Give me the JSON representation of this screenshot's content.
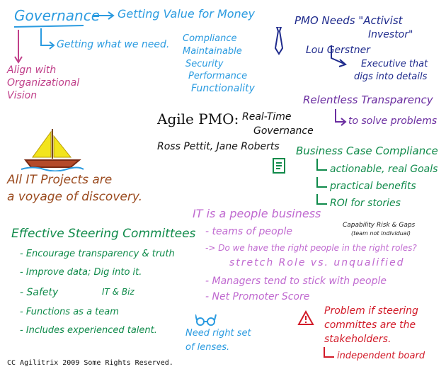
{
  "governance": {
    "title": "Governance",
    "value_for_money": "Getting Value for Money",
    "getting_what_we_need": "Getting what we need.",
    "align_lines": [
      "Align with",
      "Organizational",
      "Vision"
    ],
    "qualities": [
      "Compliance",
      "Maintainable",
      "Security",
      "Performance",
      "Functionality"
    ]
  },
  "pmo_needs": {
    "line1": "PMO Needs \"Activist",
    "line2": "Investor\"",
    "lou": "Lou Gerstner",
    "exec_lines": [
      "Executive that",
      "digs into details"
    ]
  },
  "transparency": {
    "title": "Relentless Transparency",
    "sub": "to solve problems"
  },
  "center": {
    "title": "Agile PMO:",
    "subtitle_lines": [
      "Real-Time",
      "Governance"
    ],
    "authors": "Ross Pettit, Jane Roberts"
  },
  "business_case": {
    "title": "Business Case Compliance",
    "items": [
      "actionable, real Goals",
      "practical benefits",
      "ROI for stories"
    ]
  },
  "voyage": {
    "lines": [
      "All IT Projects are",
      "a voyage of discovery."
    ]
  },
  "people": {
    "title": "IT is a people business",
    "items": [
      "teams of people",
      "Do we have the right people in the right roles?",
      "Managers tend to stick with people",
      "Net Promoter Score"
    ],
    "stretch": "stretch Role vs. unqualified",
    "capability_lines": [
      "Capability Risk & Gaps",
      "(team not individual)"
    ]
  },
  "steering": {
    "title": "Effective Steering Committees",
    "items": [
      "Encourage transparency & truth",
      "Improve data; Dig into it.",
      "Safety",
      "Functions as a team",
      "Includes experienced talent."
    ],
    "it_biz": "IT & Biz"
  },
  "lenses": {
    "lines": [
      "Need right set",
      "of lenses."
    ]
  },
  "problem": {
    "lines": [
      "Problem if steering",
      "committes are the",
      "stakeholders."
    ],
    "independent": "independent board"
  },
  "footer": {
    "credit": "CC Agilitrix 2009 Some Rights Reserved."
  }
}
